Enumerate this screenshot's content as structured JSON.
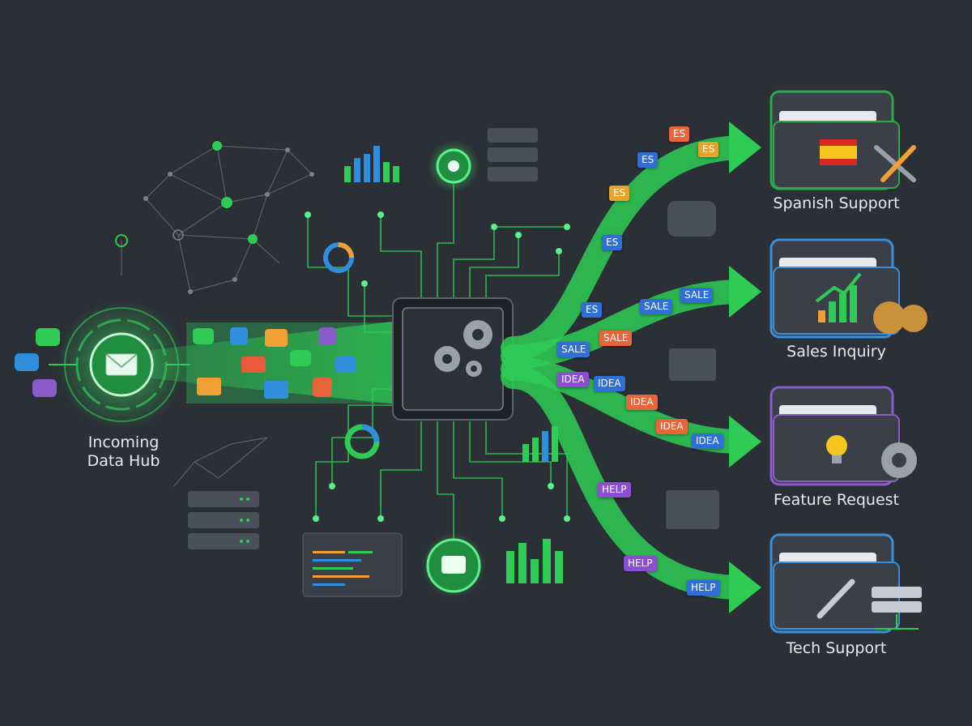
{
  "hub": {
    "label": "Incoming\nData Hub"
  },
  "destinations": [
    {
      "label": "Spanish Support",
      "color": "#2ea84a"
    },
    {
      "label": "Sales Inquiry",
      "color": "#3b8fd8"
    },
    {
      "label": "Feature Request",
      "color": "#8a5cc8"
    },
    {
      "label": "Tech Support",
      "color": "#3b8fd8"
    }
  ],
  "tags": [
    {
      "text": "ES",
      "color": "#e8643a"
    },
    {
      "text": "ES",
      "color": "#e6a52a"
    },
    {
      "text": "ES",
      "color": "#2f6fd6"
    },
    {
      "text": "ES",
      "color": "#e6a52a"
    },
    {
      "text": "ES",
      "color": "#2f6fd6"
    },
    {
      "text": "ES",
      "color": "#2f6fd6"
    },
    {
      "text": "SALE",
      "color": "#2f6fd6"
    },
    {
      "text": "SALE",
      "color": "#2f6fd6"
    },
    {
      "text": "SALE",
      "color": "#e8643a"
    },
    {
      "text": "SALE",
      "color": "#2f6fd6"
    },
    {
      "text": "IDEA",
      "color": "#8a4fd0"
    },
    {
      "text": "IDEA",
      "color": "#2f6fd6"
    },
    {
      "text": "IDEA",
      "color": "#e8643a"
    },
    {
      "text": "IDEA",
      "color": "#e8643a"
    },
    {
      "text": "IDEA",
      "color": "#2f6fd6"
    },
    {
      "text": "HELP",
      "color": "#8a4fd0"
    },
    {
      "text": "HELP",
      "color": "#8a4fd0"
    },
    {
      "text": "HELP",
      "color": "#2f6fd6"
    }
  ],
  "colors": {
    "accent": "#2ecc55",
    "background": "#2b2f36",
    "panel": "#3a3f48"
  }
}
